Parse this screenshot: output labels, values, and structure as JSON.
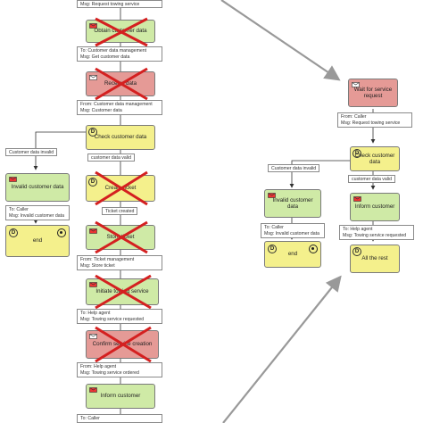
{
  "left_flow": {
    "msg_top": [
      "Msg: Request towing service"
    ],
    "task_obtain": "Obtain customer data",
    "msg_get": [
      "To: Customer data management",
      "Msg: Get customer data"
    ],
    "task_receive": "Receive data",
    "msg_from": [
      "From: Customer data management",
      "Msg: Customer data"
    ],
    "task_check": "Check customer data",
    "cond_invalid": "Customer data invalid",
    "cond_valid": "customer data valid",
    "task_invalid": "Invalid customer data",
    "msg_invalid": [
      "To: Caller",
      "Msg: Invalid customer data"
    ],
    "end_label": "end",
    "task_create_ticket": "Create ticket",
    "cond_ticket": "Ticket created",
    "task_store_ticket": "Store ticket",
    "msg_ticket": [
      "From: Ticket management",
      "Msg: Store ticket"
    ],
    "task_initiate": "Initiate towing service",
    "msg_helpagent": [
      "To: Help agent",
      "Msg: Towing service requested"
    ],
    "task_confirm": "Confirm service creation",
    "msg_fromhelp": [
      "From: Help agent",
      "Msg: Towing service ordered"
    ],
    "task_inform": "Inform customer",
    "msg_bottom": [
      "To: Caller"
    ]
  },
  "right_flow": {
    "task_wait": "Wait for service request",
    "msg_from_caller": [
      "From: Caller",
      "Msg: Request towing service"
    ],
    "task_check": "Check customer data",
    "cond_invalid": "Customer data invalid",
    "cond_valid": "customer data valid",
    "task_invalid": "Invalid customer data",
    "task_inform": "Inform customer",
    "msg_invalid": [
      "To: Caller",
      "Msg: Invalid customer data"
    ],
    "msg_helpagent": [
      "To: Help agent",
      "Msg: Towing service requested"
    ],
    "end_label": "end",
    "task_rest": "All the rest"
  },
  "colors": {
    "kept_task": "#f4f08c",
    "message_task": "#cfeaa6",
    "removed_task": "#e59a96",
    "cross": "#d42020",
    "arrow": "#999999"
  }
}
